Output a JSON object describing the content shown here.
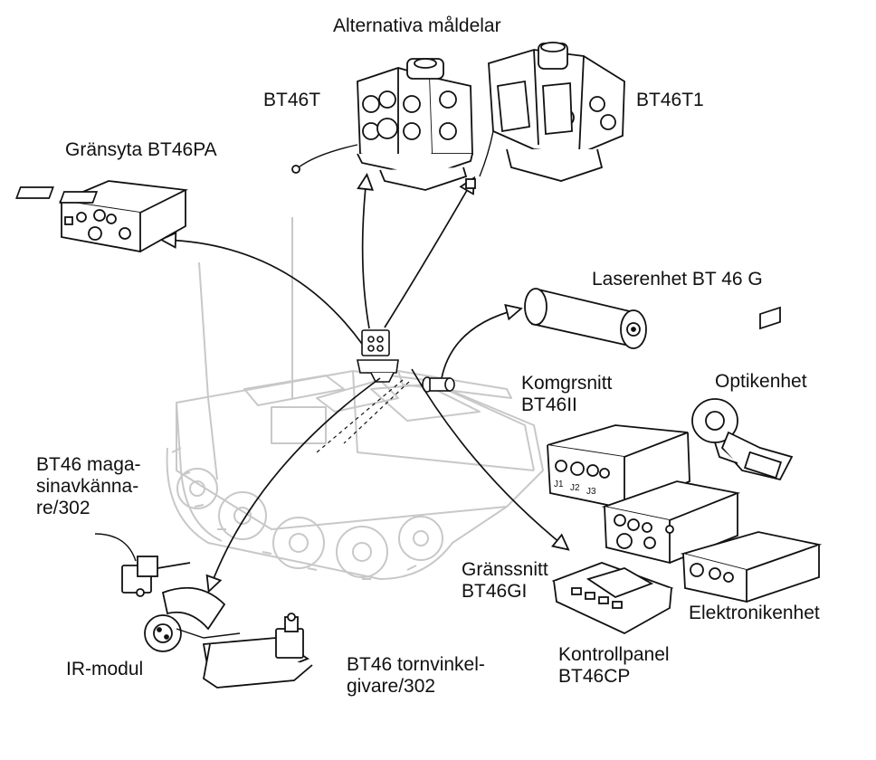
{
  "labels": {
    "alternative_targets": "Alternativa måldelar",
    "bt46t": "BT46T",
    "bt46t1": "BT46T1",
    "interface_bt46pa": "Gränsyta BT46PA",
    "laser_unit": "Laserenhet BT 46 G",
    "comm_interface": [
      "Komgrsnitt",
      "BT46II"
    ],
    "optics_unit": "Optikenhet",
    "magazine_sensor": [
      "BT46 maga-",
      "sinavkänna-",
      "re/302"
    ],
    "gi_interface": [
      "Gränssnitt",
      "BT46GI"
    ],
    "electronics_unit": "Elektronikenhet",
    "control_panel": [
      "Kontrollpanel",
      "BT46CP"
    ],
    "ir_module": "IR-modul",
    "turret_angle_sensor": [
      "BT46 tornvinkel-",
      "givare/302"
    ],
    "connector_labels": [
      "J1",
      "J2",
      "J3"
    ]
  },
  "colors": {
    "ink": "#111111",
    "vehicle": "#c8c8c8",
    "background": "#ffffff"
  }
}
